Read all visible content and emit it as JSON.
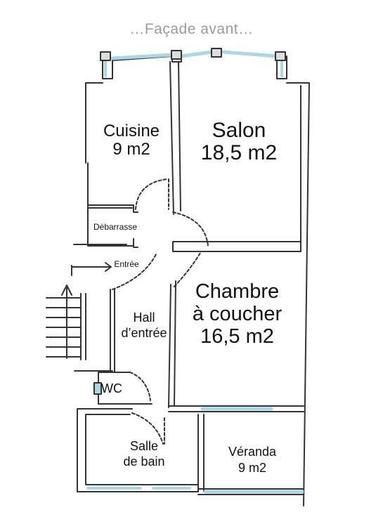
{
  "title": "…Façade avant…",
  "rooms": {
    "cuisine": {
      "name": "Cuisine",
      "area": "9 m2"
    },
    "salon": {
      "name": "Salon",
      "area": "18,5 m2"
    },
    "debarrasse": {
      "name": "Débarrasse"
    },
    "entree": {
      "name": "Entrée"
    },
    "hall": {
      "line1": "Hall",
      "line2": "d’entrée"
    },
    "chambre": {
      "line1": "Chambre",
      "line2": "à coucher",
      "area": "16,5 m2"
    },
    "wc": {
      "name": "WC"
    },
    "salle_de_bain": {
      "line1": "Salle",
      "line2": "de bain"
    },
    "veranda": {
      "name": "Véranda",
      "area": "9 m2"
    }
  },
  "colors": {
    "wall": "#333333",
    "window": "#a8d8e6",
    "title": "#9a9a9a",
    "text": "#111111"
  }
}
